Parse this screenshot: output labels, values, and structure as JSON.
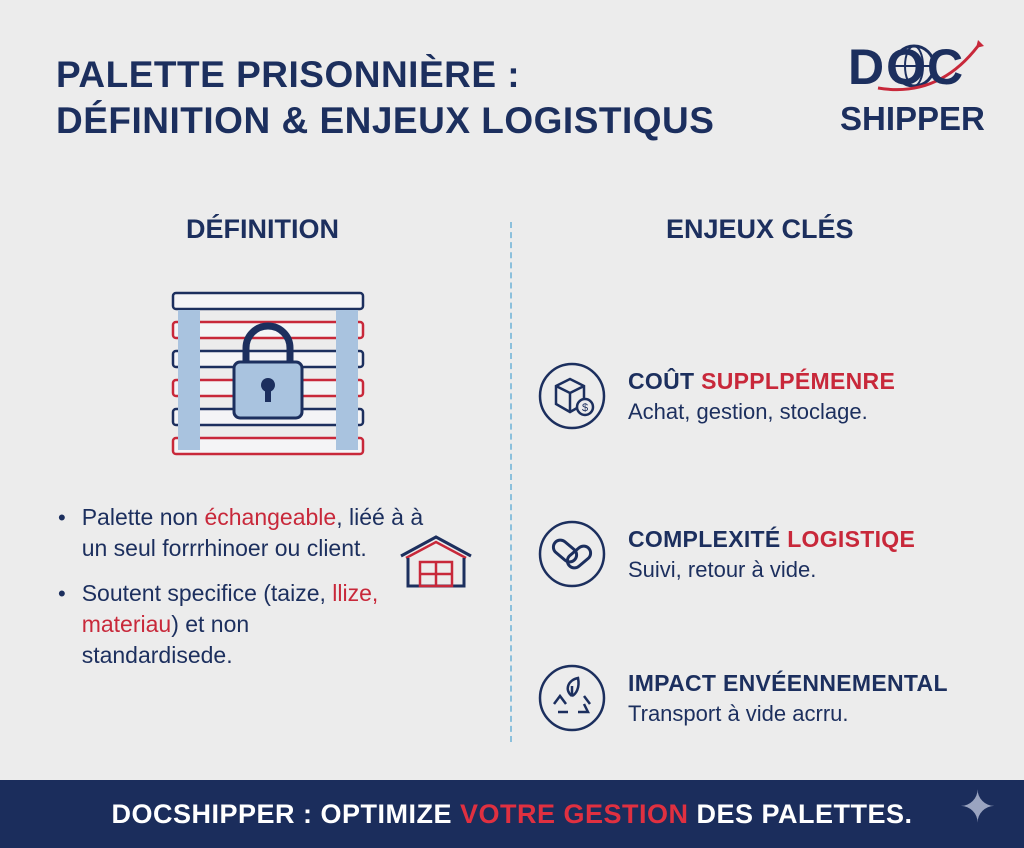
{
  "header": {
    "title_line1": "PALETTE PRISONNIÈRE :",
    "title_line2": "DÉFINITION & ENJEUX LOGISTIQUS"
  },
  "logo": {
    "text_top": "DOC",
    "text_bottom": "SHIPPER"
  },
  "colors": {
    "navy": "#1c2f5e",
    "red": "#c8283a",
    "background": "#ececec",
    "footer": "#1b2d5c"
  },
  "definition": {
    "heading": "DÉFINITION",
    "bullets": [
      {
        "a": "Palette non ",
        "b": "échangeable",
        "c": ", liéé à à un seul forrrhinoer ou client."
      },
      {
        "a": "Soutent specifice (taize, ",
        "b": "llize, materiau",
        "c": ") et non standardisede."
      }
    ]
  },
  "enjeux": {
    "heading": "ENJEUX CLÉS",
    "items": [
      {
        "icon": "box-dollar-icon",
        "title_a": "COÛT ",
        "title_b": "SUPPLPÉMENRE",
        "desc": "Achat, gestion, stoclage."
      },
      {
        "icon": "chain-link-icon",
        "title_a": "COMPLEXITÉ ",
        "title_b": "LOGISTIQE",
        "desc": "Suivi, retour à vide."
      },
      {
        "icon": "recycle-leaf-icon",
        "title_a": "IMPACT ENVÉENNEMENTAL",
        "title_b": "",
        "desc": "Transport à vide acrru."
      }
    ]
  },
  "footer": {
    "a": "DOCSHIPPER : OPTIMIZE ",
    "b": "VOTRE GESTION",
    "c": " DES PALETTES."
  }
}
